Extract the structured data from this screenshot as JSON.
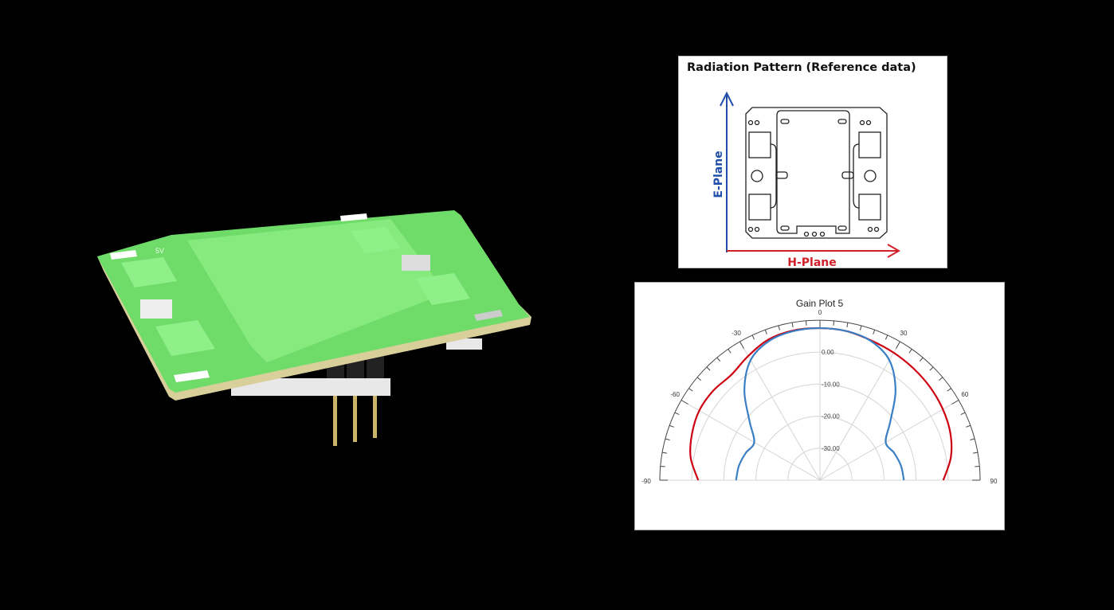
{
  "pcb_render": {
    "silkscreen_label": "5V",
    "board_color": "#6fdc6a",
    "pad_color": "#8ff08a"
  },
  "radiation_diagram": {
    "title": "Radiation Pattern  (Reference data)",
    "vertical_axis_label": "E-Plane",
    "horizontal_axis_label": "H-Plane",
    "vertical_axis_color": "#1f4fa8",
    "horizontal_axis_color": "#d0202a"
  },
  "chart_data": {
    "type": "polar-line",
    "title": "Gain Plot 5",
    "angle_range": [
      -90,
      90
    ],
    "angle_tick_labels": [
      "-90",
      "-60",
      "-30",
      "0",
      "30",
      "60",
      "90"
    ],
    "radial_tick_labels": [
      "0.00",
      "-10.00",
      "-20.00",
      "-30.00"
    ],
    "radial_range_db": [
      -40,
      10
    ],
    "grid": true,
    "angles": [
      -90,
      -80,
      -70,
      -60,
      -50,
      -40,
      -30,
      -20,
      -10,
      0,
      10,
      20,
      30,
      40,
      50,
      60,
      70,
      80,
      90
    ],
    "series": [
      {
        "name": "red",
        "color": "#cc0011",
        "values": [
          -2.0,
          1.0,
          2.5,
          3.5,
          3.5,
          3.0,
          4.8,
          6.8,
          7.5,
          7.5,
          7.3,
          6.5,
          6.0,
          5.5,
          5.0,
          4.3,
          3.3,
          1.5,
          -1.5
        ]
      },
      {
        "name": "blue",
        "color": "#3a7fc4",
        "values": [
          -13.8,
          -14.3,
          -15.3,
          -16.3,
          -11.3,
          -3.3,
          3.3,
          6.3,
          7.3,
          7.5,
          7.3,
          6.3,
          3.3,
          -3.3,
          -11.3,
          -16.3,
          -15.3,
          -14.3,
          -13.8
        ]
      }
    ]
  }
}
